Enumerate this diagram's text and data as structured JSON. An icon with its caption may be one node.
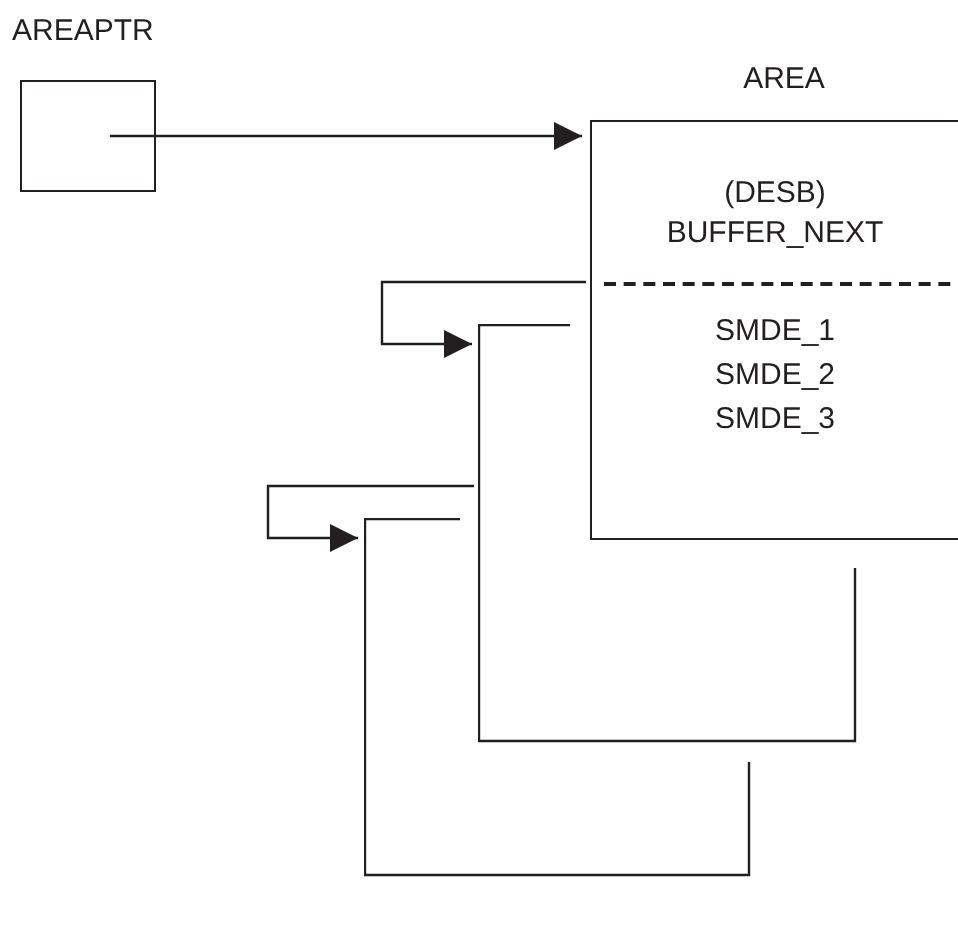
{
  "diagram": {
    "nodes": [
      {
        "text": [
          "AREAPTR"
        ]
      },
      {
        "text": [
          "AREA",
          "(DESB) BUFFER_NEXT",
          "SMDE_1 SMDE_2 SMDE_3"
        ]
      },
      {
        "text": [],
        "shape": "box"
      },
      {
        "text": [],
        "shape": "box"
      }
    ],
    "edges": [
      {
        "from": 0,
        "to": 1,
        "arrow": "to"
      },
      {
        "from": 1,
        "to": 2,
        "arrow": "to"
      },
      {
        "from": 2,
        "to": 3,
        "arrow": "to"
      }
    ]
  }
}
